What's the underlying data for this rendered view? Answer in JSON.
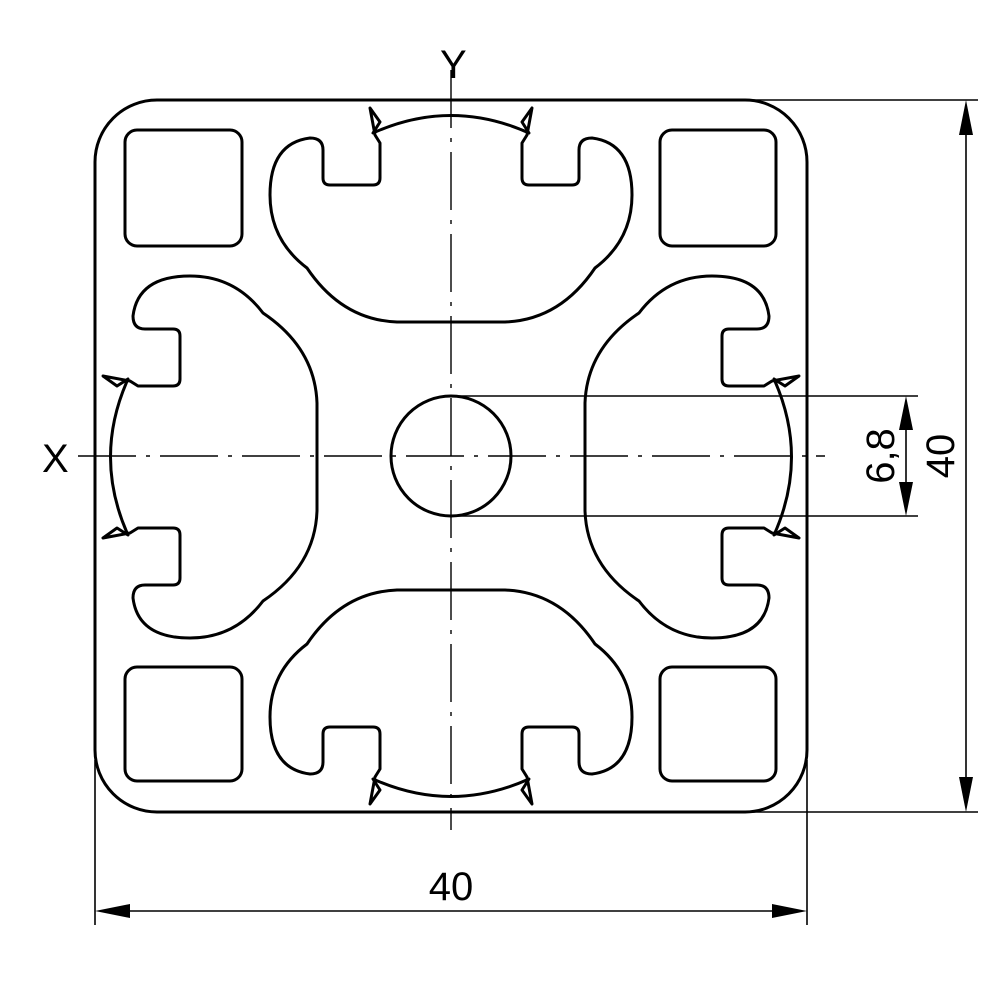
{
  "axes": {
    "x_label": "X",
    "y_label": "Y"
  },
  "dimensions": {
    "width_value": "40",
    "height_value": "40",
    "bore_diameter_value": "6,8"
  }
}
